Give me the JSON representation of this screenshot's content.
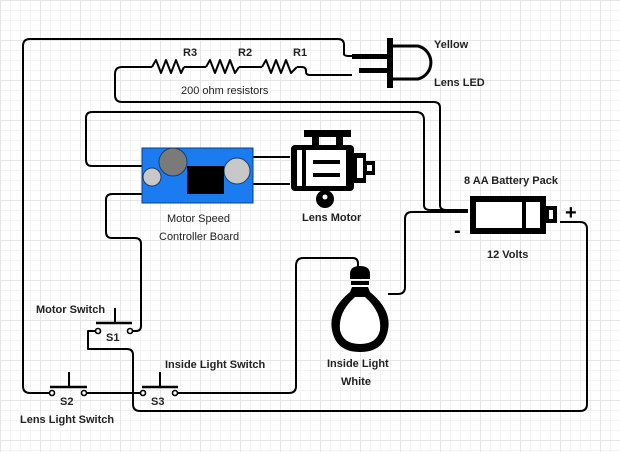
{
  "diagram": {
    "type": "wiring-schematic",
    "colors": {
      "wire": "#000000",
      "board": "#1a7cf0",
      "board_border": "#0a3f86",
      "pot_dark": "#7a7a7a",
      "pot_light": "#c8c8c8",
      "chip": "#000000",
      "grid": "#e6e6e6"
    },
    "resistors": {
      "labels": [
        "R3",
        "R2",
        "R1"
      ],
      "caption": "200 ohm resistors"
    },
    "led": {
      "color_label": "Yellow",
      "name_label": "Lens LED"
    },
    "controller": {
      "label_line1": "Motor Speed",
      "label_line2": "Controller Board"
    },
    "motor": {
      "label": "Lens Motor"
    },
    "battery": {
      "title": "8 AA Battery Pack",
      "voltage": "12 Volts",
      "minus": "-",
      "plus": "+"
    },
    "bulb": {
      "label_line1": "Inside Light",
      "label_line2": "White"
    },
    "switches": [
      {
        "id": "S1",
        "label": "Motor Switch"
      },
      {
        "id": "S2",
        "label": "Lens Light Switch"
      },
      {
        "id": "S3",
        "label": "Inside Light Switch"
      }
    ]
  }
}
